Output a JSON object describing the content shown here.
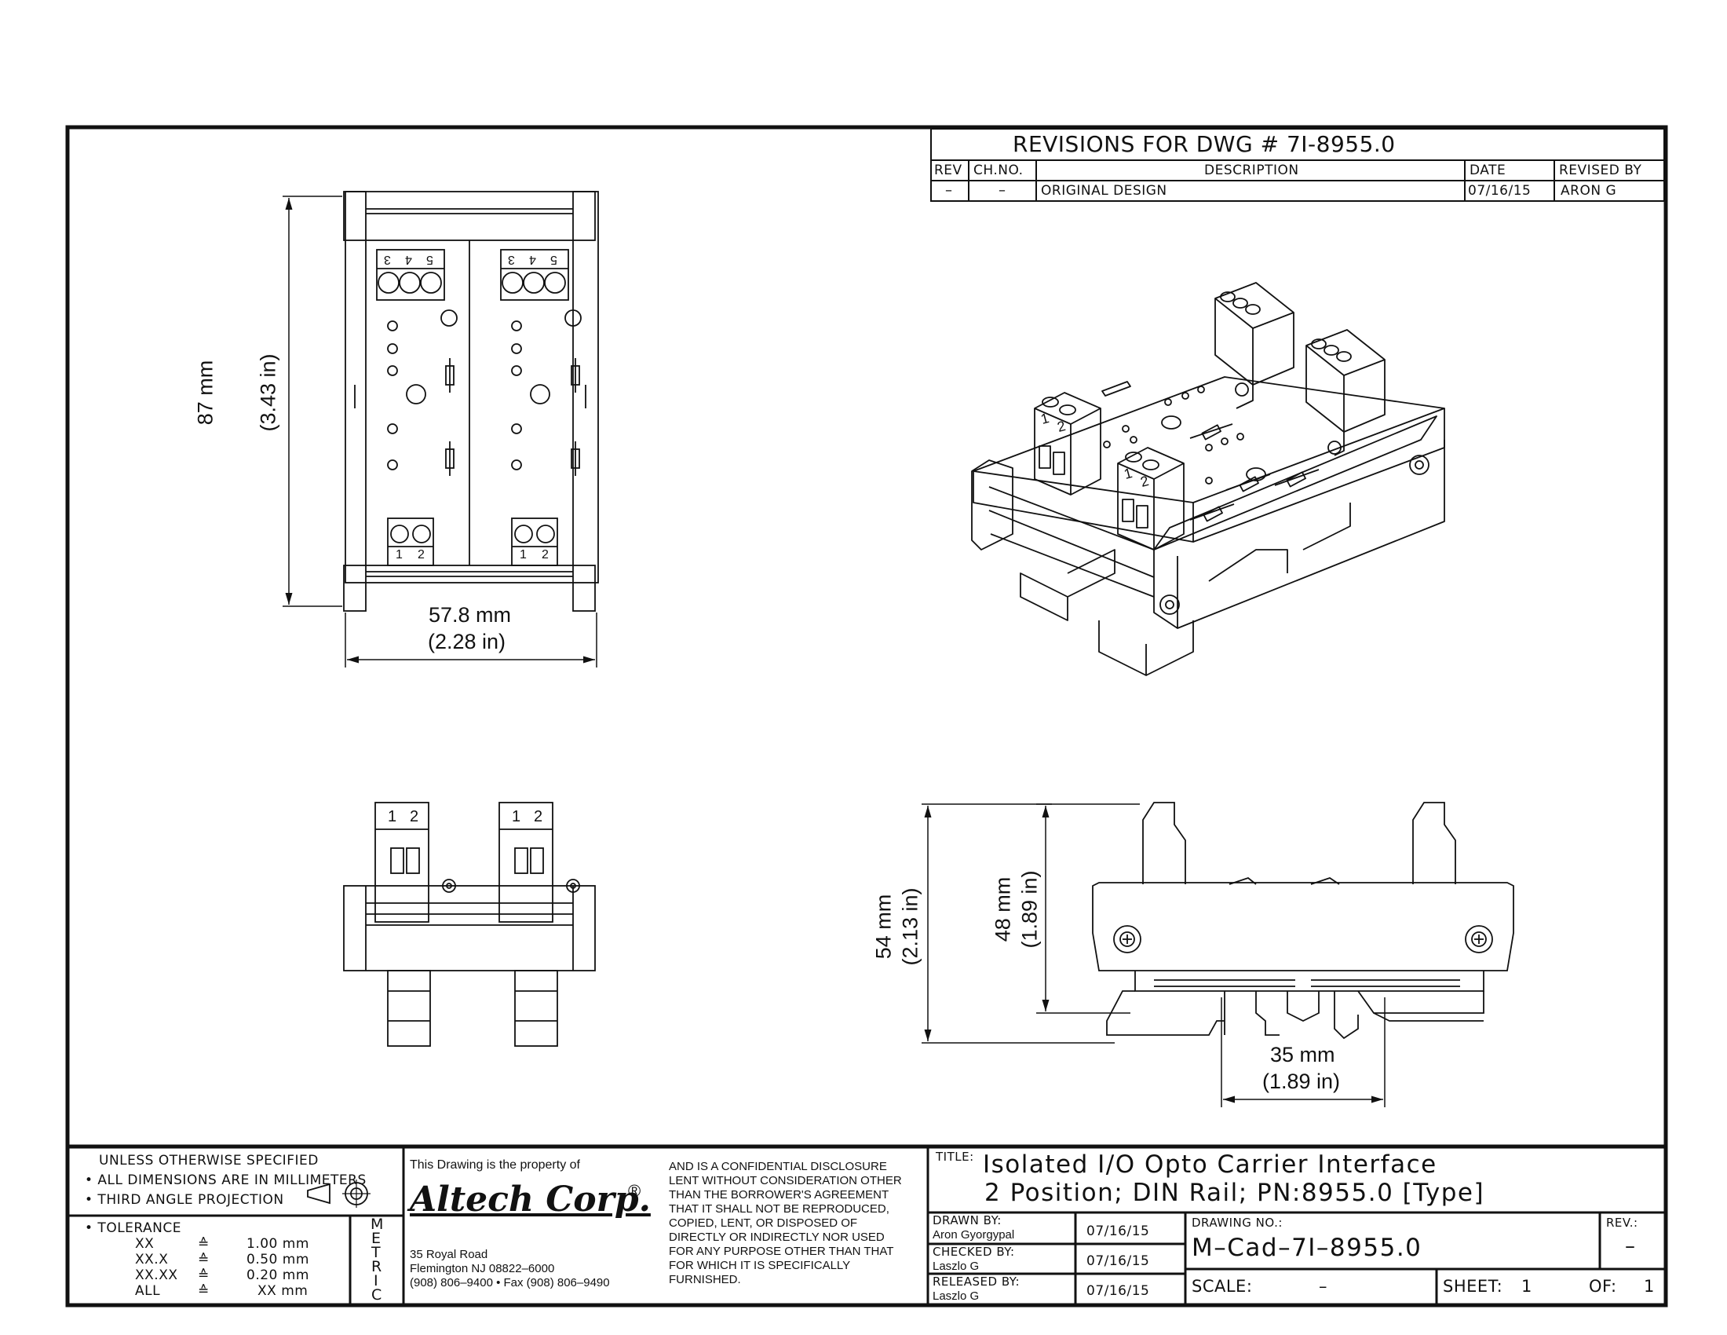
{
  "revisions": {
    "title": "REVISIONS FOR DWG # 7I-8955.0",
    "headers": {
      "rev": "REV",
      "chno": "CH.NO.",
      "desc": "DESCRIPTION",
      "date": "DATE",
      "by": "REVISED BY"
    },
    "rows": [
      {
        "rev": "–",
        "chno": "–",
        "desc": "ORIGINAL DESIGN",
        "date": "07/16/15",
        "by": "ARON G"
      }
    ]
  },
  "dimensions": {
    "top_height_mm": "87 mm",
    "top_height_in": "(3.43 in)",
    "top_width_mm": "57.8 mm",
    "top_width_in": "(2.28 in)",
    "side_outer_mm": "54 mm",
    "side_outer_in": "(2.13 in)",
    "side_inner_mm": "48 mm",
    "side_inner_in": "(1.89 in)",
    "rail_mm": "35 mm",
    "rail_in": "(1.89 in)"
  },
  "terminal_labels": {
    "top3": "3",
    "top4": "4",
    "top5": "5",
    "bot1": "1",
    "bot2": "2"
  },
  "notes": {
    "line1": "UNLESS OTHERWISE SPECIFIED",
    "line2": "• ALL DIMENSIONS ARE IN MILLIMETERS",
    "line3": "• THIRD ANGLE PROJECTION",
    "tolerance_title": "• TOLERANCE",
    "tolerances": [
      {
        "key": "XX",
        "sym": "≙",
        "val": "1.00 mm"
      },
      {
        "key": "XX.X",
        "sym": "≙",
        "val": "0.50 mm"
      },
      {
        "key": "XX.XX",
        "sym": "≙",
        "val": "0.20 mm"
      },
      {
        "key": "ALL",
        "sym": "≙",
        "val": "XX mm"
      }
    ],
    "metric": [
      "M",
      "E",
      "T",
      "R",
      "I",
      "C"
    ]
  },
  "company": {
    "property": "This Drawing is the property of",
    "logo": "Altech Corp.",
    "reg": "®",
    "address1": "35 Royal Road",
    "address2": "Flemington NJ 08822–6000",
    "phone": "(908) 806–9400 • Fax (908) 806–9490",
    "confidential": [
      "AND IS A CONFIDENTIAL DISCLOSURE",
      "LENT WITHOUT CONSIDERATION OTHER",
      "THAN THE BORROWER'S AGREEMENT",
      "THAT IT SHALL NOT BE REPRODUCED,",
      "COPIED, LENT, OR DISPOSED OF",
      "DIRECTLY OR INDIRECTLY NOR USED",
      "FOR ANY PURPOSE OTHER THAN THAT",
      "FOR WHICH IT IS SPECIFICALLY",
      "FURNISHED."
    ]
  },
  "title_block": {
    "title_label": "TITLE:",
    "title_line1": "Isolated I/O Opto Carrier Interface",
    "title_line2": "2 Position; DIN Rail; PN:8955.0 [Type]",
    "drawn_label": "DRAWN BY:",
    "drawn_name": "Aron Gyorgypal",
    "drawn_date": "07/16/15",
    "checked_label": "CHECKED BY:",
    "checked_name": "Laszlo G",
    "checked_date": "07/16/15",
    "released_label": "RELEASED BY:",
    "released_name": "Laszlo G",
    "released_date": "07/16/15",
    "drawing_no_label": "DRAWING NO.:",
    "drawing_no": "M–Cad–7I–8955.0",
    "rev_label": "REV.:",
    "rev_value": "–",
    "scale_label": "SCALE:",
    "scale_value": "–",
    "sheet_label": "SHEET:",
    "sheet_value": "1",
    "of_label": "OF:",
    "of_value": "1"
  }
}
